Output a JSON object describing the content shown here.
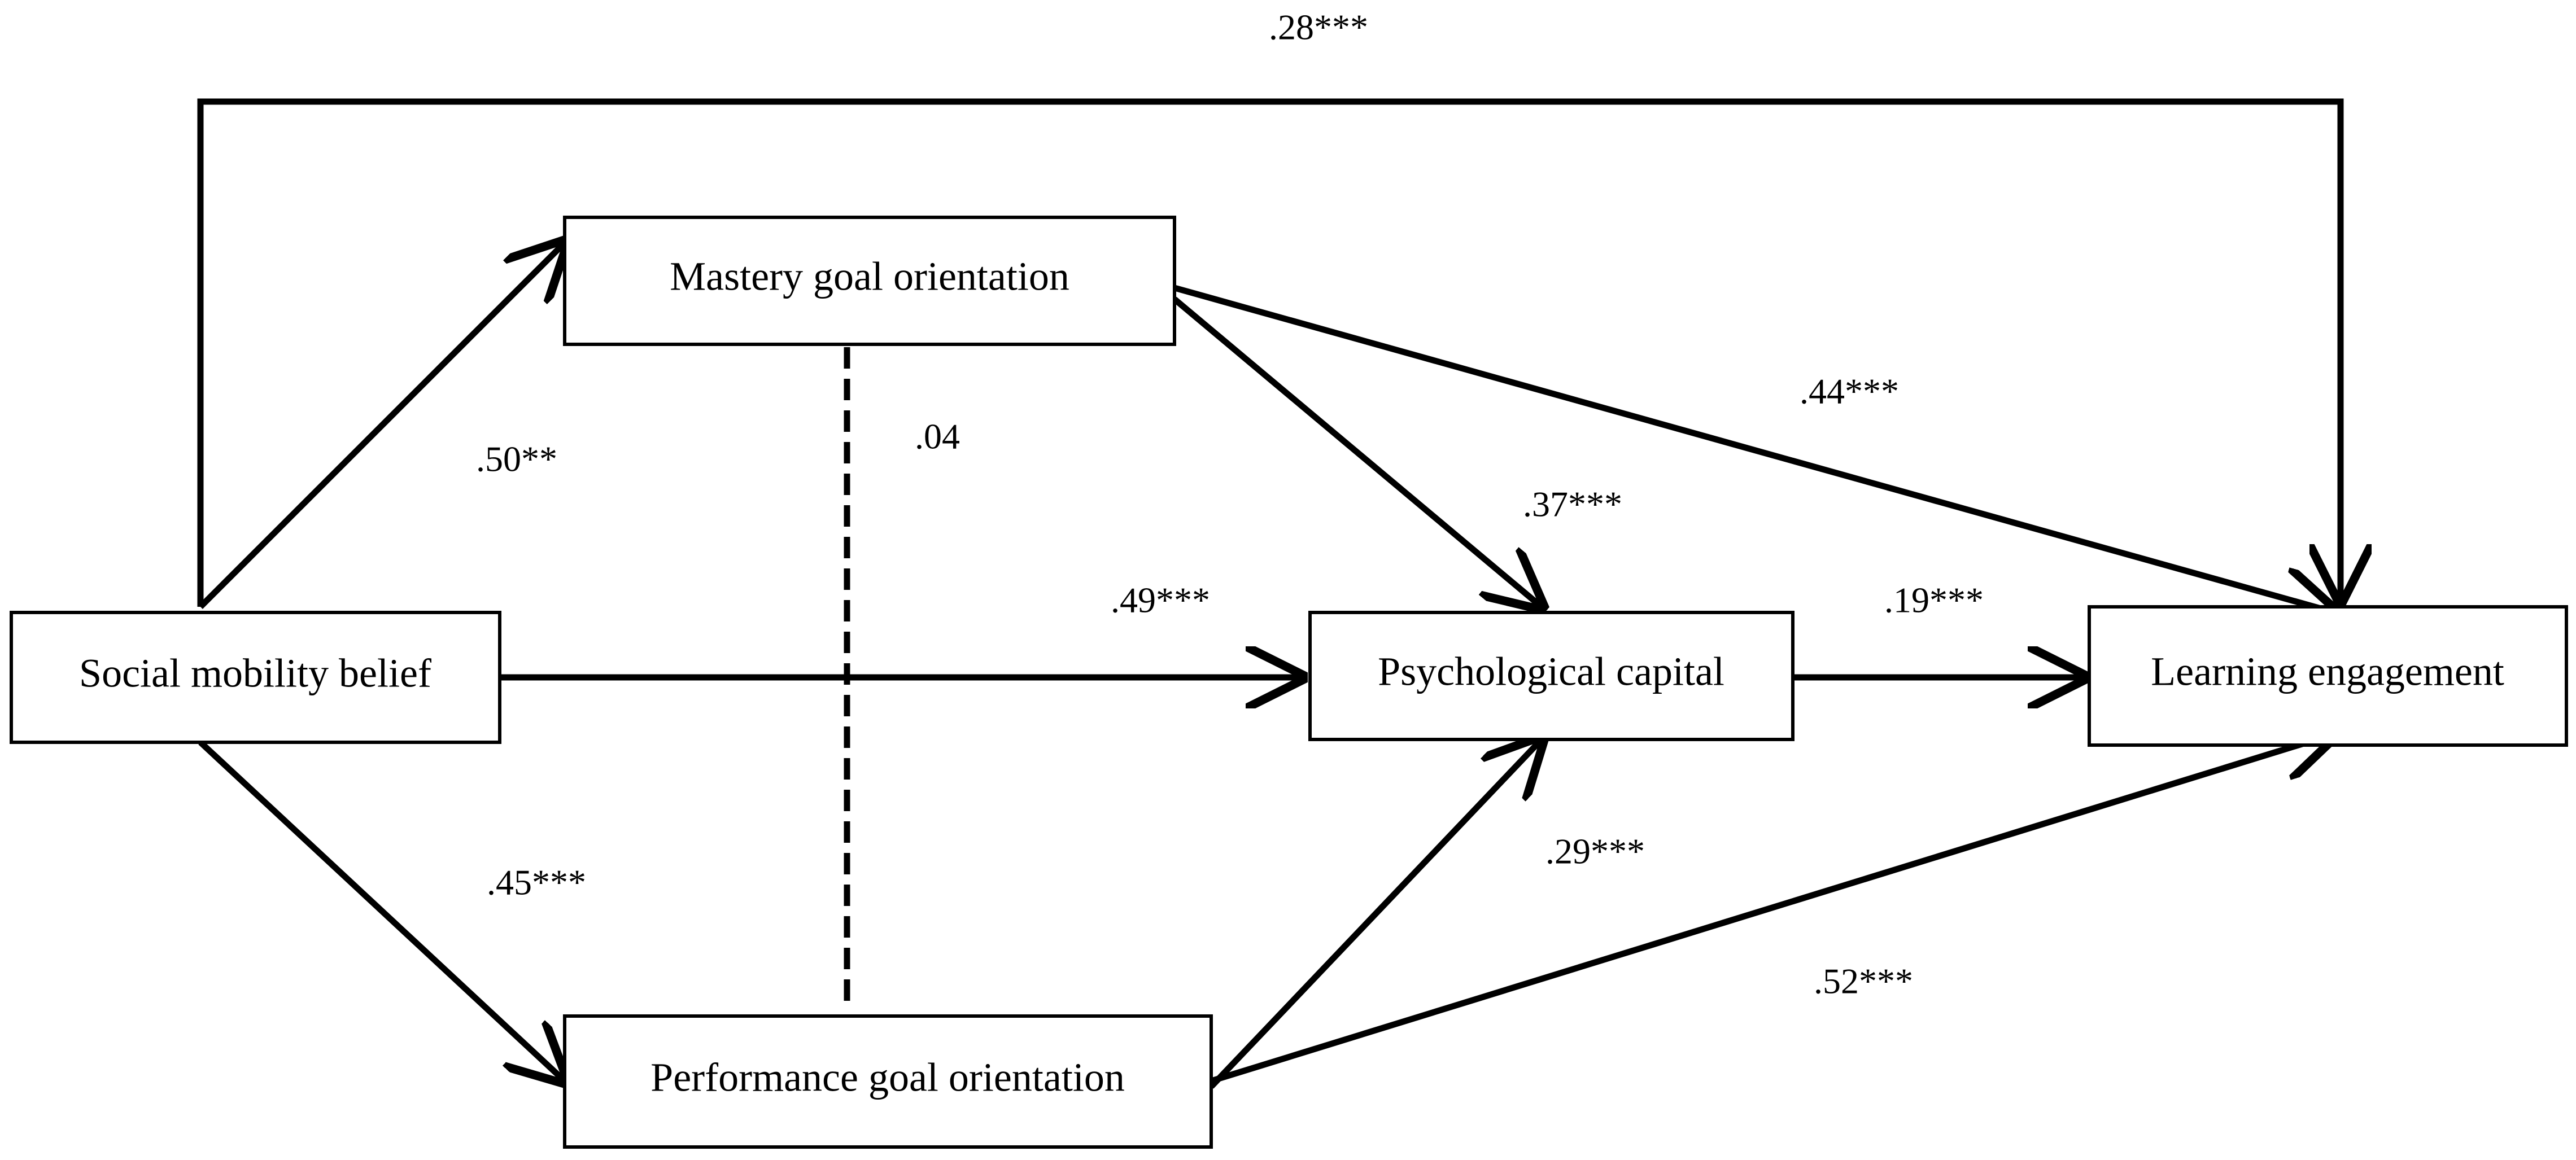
{
  "nodes": {
    "social_mobility_belief": "Social mobility belief",
    "mastery_goal_orientation": "Mastery goal orientation",
    "performance_goal_orientation": "Performance goal orientation",
    "psychological_capital": "Psychological capital",
    "learning_engagement": "Learning engagement"
  },
  "edges": {
    "smb_to_le": ".28***",
    "smb_to_mgo": ".50**",
    "mgo_pgo": ".04",
    "mgo_to_le": ".44***",
    "mgo_to_pc": ".37***",
    "smb_to_pc": ".49***",
    "pc_to_le": ".19***",
    "smb_to_pgo": ".45***",
    "pgo_to_pc": ".29***",
    "pgo_to_le": ".52***"
  },
  "colors": {
    "line": "#000000",
    "background": "#ffffff"
  }
}
